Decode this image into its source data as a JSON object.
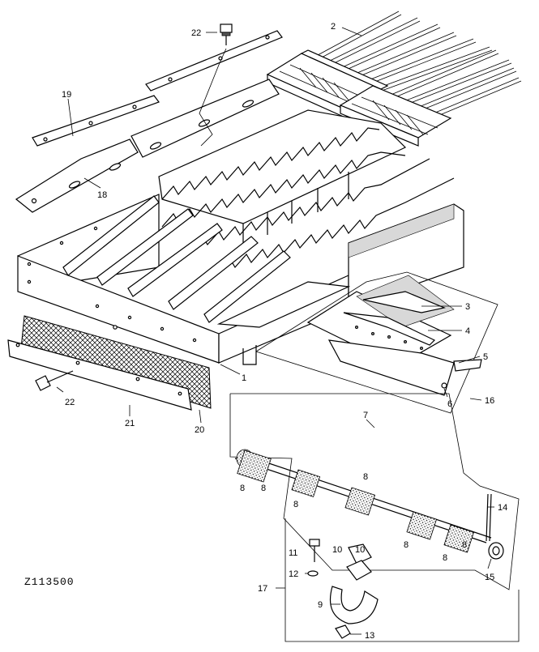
{
  "figure_code": "Z113500",
  "callouts": {
    "c1": "1",
    "c2": "2",
    "c3": "3",
    "c4": "4",
    "c5": "5",
    "c6": "6",
    "c7": "7",
    "c8a": "8",
    "c8b": "8",
    "c8c": "8",
    "c8d": "8",
    "c8e": "8",
    "c8f": "8",
    "c8g": "8",
    "c9": "9",
    "c10a": "10",
    "c10b": "10",
    "c11": "11",
    "c12": "12",
    "c13": "13",
    "c14": "14",
    "c15": "15",
    "c16": "16",
    "c17": "17",
    "c18": "18",
    "c19": "19",
    "c20": "20",
    "c21": "21",
    "c22a": "22",
    "c22b": "22"
  }
}
